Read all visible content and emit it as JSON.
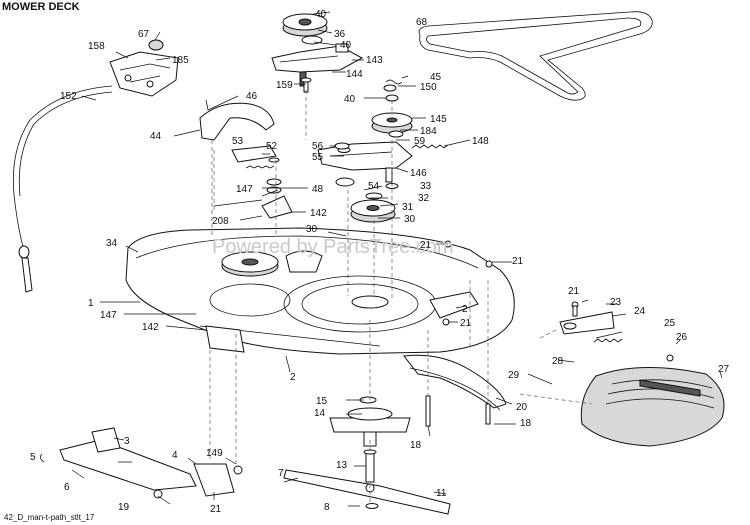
{
  "header": {
    "title": "MOWER DECK"
  },
  "footer": {
    "code": "42_D_man-t-path_stlt_17"
  },
  "watermark": {
    "text": "Powered by PartsTree.com"
  },
  "callouts": {
    "c40a": "40",
    "c36": "36",
    "c40b": "40",
    "c143": "143",
    "c144": "144",
    "c159": "159",
    "c67": "67",
    "c158": "158",
    "c185": "185",
    "c152": "152",
    "c46": "46",
    "c44": "44",
    "c45": "45",
    "c150": "150",
    "c40c": "40",
    "c145": "145",
    "c184": "184",
    "c59": "59",
    "c148": "148",
    "c68": "68",
    "c52": "52",
    "c53": "53",
    "c56": "56",
    "c55": "55",
    "c146": "146",
    "c48": "48",
    "c147a": "147",
    "c54": "54",
    "c33": "33",
    "c32": "32",
    "c31": "31",
    "c142a": "142",
    "c208": "208",
    "c30a": "30",
    "c30b": "30",
    "c34": "34",
    "c21a": "21",
    "c21b": "21",
    "c21c": "21",
    "c21d": "21",
    "c1": "1",
    "c147b": "147",
    "c142b": "142",
    "c2a": "2",
    "c2b": "2",
    "c23": "23",
    "c24": "24",
    "c25": "25",
    "c26": "26",
    "c28": "28",
    "c27": "27",
    "c29": "29",
    "c20": "20",
    "c15": "15",
    "c14": "14",
    "c18a": "18",
    "c18b": "18",
    "c3": "3",
    "c6": "6",
    "c5": "5",
    "c4": "4",
    "c149": "149",
    "c13": "13",
    "c19": "19",
    "c21e": "21",
    "c8": "8",
    "c11": "11",
    "c7": "7"
  }
}
